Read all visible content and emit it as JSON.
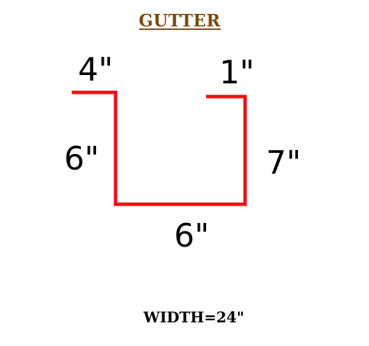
{
  "title": "GUTTER",
  "dimensions": {
    "left_flange": "4\"",
    "right_flange": "1\"",
    "left_side": "6\"",
    "right_side": "7\"",
    "bottom": "6\""
  },
  "width_label": "WIDTH=24\"",
  "colors": {
    "title": "#7a4a12",
    "profile_line": "#ee1111",
    "label_text": "#000000"
  }
}
